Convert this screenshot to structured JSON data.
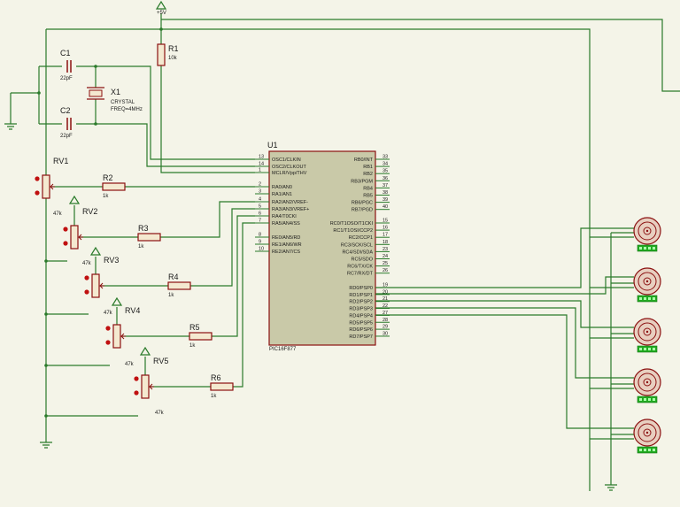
{
  "colors": {
    "background": "#f4f4e8",
    "wire": "#2a7a2a",
    "component": "#8b1010",
    "chip_fill": "#c9c9a8",
    "pin_dot": "#c01010",
    "servo_label": "#22aa22",
    "text": "#1a1a1a"
  },
  "power": {
    "label": "+5V"
  },
  "chip": {
    "ref": "U1",
    "part": "PIC16F877",
    "left_pins": [
      {
        "num": "13",
        "name": "OSC1/CLKIN"
      },
      {
        "num": "14",
        "name": "OSC2/CLKOUT"
      },
      {
        "num": "1",
        "name": "MCLR/Vpp/THV"
      },
      {
        "num": "2",
        "name": "RA0/AN0"
      },
      {
        "num": "3",
        "name": "RA1/AN1"
      },
      {
        "num": "4",
        "name": "RA2/AN2/VREF-"
      },
      {
        "num": "5",
        "name": "RA3/AN3/VREF+"
      },
      {
        "num": "6",
        "name": "RA4/T0CKI"
      },
      {
        "num": "7",
        "name": "RA5/AN4/SS"
      },
      {
        "num": "8",
        "name": "RE0/AN5/RD"
      },
      {
        "num": "9",
        "name": "RE1/AN6/WR"
      },
      {
        "num": "10",
        "name": "RE2/AN7/CS"
      }
    ],
    "right_pins": [
      {
        "num": "33",
        "name": "RB0/INT"
      },
      {
        "num": "34",
        "name": "RB1"
      },
      {
        "num": "35",
        "name": "RB2"
      },
      {
        "num": "36",
        "name": "RB3/PGM"
      },
      {
        "num": "37",
        "name": "RB4"
      },
      {
        "num": "38",
        "name": "RB5"
      },
      {
        "num": "39",
        "name": "RB6/PGC"
      },
      {
        "num": "40",
        "name": "RB7/PGD"
      },
      {
        "num": "15",
        "name": "RC0/T1OSO/T1CKI"
      },
      {
        "num": "16",
        "name": "RC1/T1OSI/CCP2"
      },
      {
        "num": "17",
        "name": "RC2/CCP1"
      },
      {
        "num": "18",
        "name": "RC3/SCK/SCL"
      },
      {
        "num": "23",
        "name": "RC4/SDI/SDA"
      },
      {
        "num": "24",
        "name": "RC5/SDO"
      },
      {
        "num": "25",
        "name": "RC6/TX/CK"
      },
      {
        "num": "26",
        "name": "RC7/RX/DT"
      },
      {
        "num": "19",
        "name": "RD0/PSP0"
      },
      {
        "num": "20",
        "name": "RD1/PSP1"
      },
      {
        "num": "21",
        "name": "RD2/PSP2"
      },
      {
        "num": "22",
        "name": "RD3/PSP3"
      },
      {
        "num": "27",
        "name": "RD4/PSP4"
      },
      {
        "num": "28",
        "name": "RD5/PSP5"
      },
      {
        "num": "29",
        "name": "RD6/PSP6"
      },
      {
        "num": "30",
        "name": "RD7/PSP7"
      }
    ]
  },
  "r1": {
    "ref": "R1",
    "value": "10k"
  },
  "c1": {
    "ref": "C1",
    "value": "22pF"
  },
  "c2": {
    "ref": "C2",
    "value": "22pF"
  },
  "x1": {
    "ref": "X1",
    "line1": "CRYSTAL",
    "line2": "FREQ=4MHz"
  },
  "pots": [
    {
      "ref": "RV1",
      "value": "47k"
    },
    {
      "ref": "RV2",
      "value": "47k"
    },
    {
      "ref": "RV3",
      "value": "47k"
    },
    {
      "ref": "RV4",
      "value": "47k"
    },
    {
      "ref": "RV5",
      "value": "47k"
    }
  ],
  "resistors": [
    {
      "ref": "R2",
      "value": "1k"
    },
    {
      "ref": "R3",
      "value": "1k"
    },
    {
      "ref": "R4",
      "value": "1k"
    },
    {
      "ref": "R5",
      "value": "1k"
    },
    {
      "ref": "R6",
      "value": "1k"
    }
  ],
  "servo_count": 5
}
